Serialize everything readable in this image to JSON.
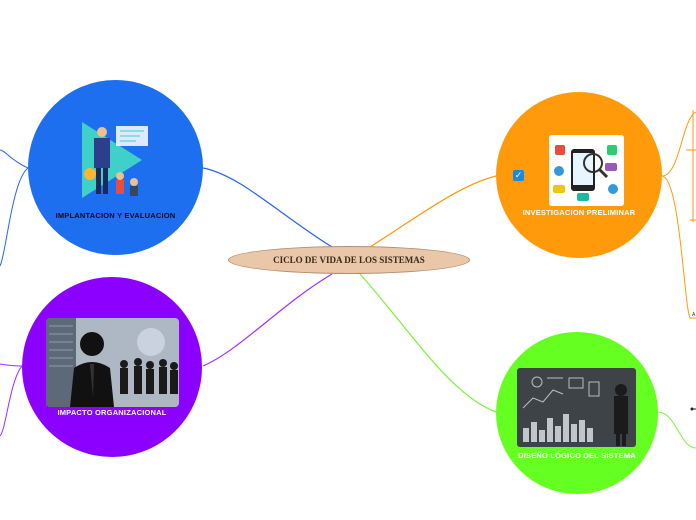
{
  "central_topic": "CICLO DE VIDA DE LOS SISTEMAS",
  "nodes": {
    "implantacion": {
      "label": "IMPLANTACION Y EVALUACION",
      "color": "#1e6ef0"
    },
    "impacto": {
      "label": "IMPACTO ORGANIZACIONAL",
      "color": "#8b00ff"
    },
    "investigacion": {
      "label": "INVESTIGACION PRELIMINAR",
      "color": "#ff9a0a"
    },
    "diseno": {
      "label": "DISEÑO LÓGICO DEL SISTEMA",
      "color": "#66ff22"
    }
  },
  "edge_text": {
    "small_right": "A"
  },
  "icons": {
    "checkbox": "checkbox-icon"
  }
}
